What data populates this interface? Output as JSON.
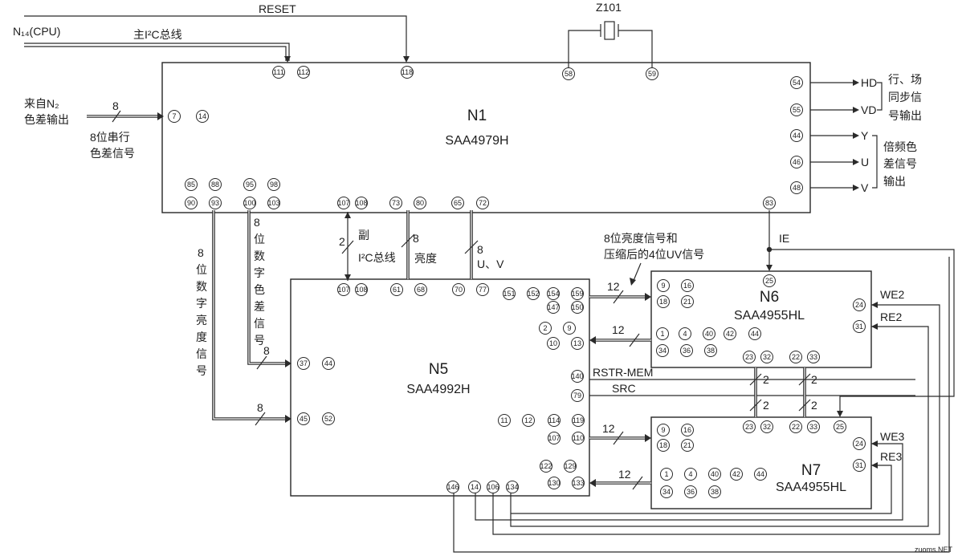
{
  "chips": {
    "n1": {
      "id": "N1",
      "part": "SAA4979H"
    },
    "n5": {
      "id": "N5",
      "part": "SAA4992H"
    },
    "n6": {
      "id": "N6",
      "part": "SAA4955HL"
    },
    "n7": {
      "id": "N7",
      "part": "SAA4955HL"
    }
  },
  "top": {
    "reset": "RESET",
    "n14_cpu": "N₁₄(CPU)",
    "i2c_main": "主I²C总线",
    "crystal": "Z101"
  },
  "left": {
    "from_n2_line1": "来自N₂",
    "from_n2_line2": "色差输出",
    "bus8": "8",
    "serial_line1": "8位串行",
    "serial_line2": "色差信号"
  },
  "right": {
    "hd": "HD",
    "vd": "VD",
    "sync_line1": "行、场",
    "sync_line2": "同步信",
    "sync_line3": "号输出",
    "y": "Y",
    "u": "U",
    "v": "V",
    "dbl_line1": "倍频色",
    "dbl_line2": "差信号",
    "dbl_line3": "输出",
    "ie": "IE"
  },
  "mid": {
    "n2": "2",
    "sub_label": "副",
    "sub_i2c": "I²C总线",
    "n8a": "8",
    "luma": "亮度",
    "n8b": "8",
    "uv": "U、V",
    "annot_line1": "8位亮度信号和",
    "annot_line2": "压缩后的4位UV信号",
    "v_luma": [
      "8",
      "位",
      "数",
      "字",
      "亮",
      "度",
      "信",
      "号"
    ],
    "v_chroma": [
      "8",
      "位",
      "数",
      "字",
      "色",
      "差",
      "信",
      "号"
    ],
    "bus8_a": "8",
    "bus8_b": "8"
  },
  "links": {
    "b12_1": "12",
    "b12_2": "12",
    "b12_3": "12",
    "b12_4": "12",
    "rstr": "RSTR-MEM",
    "src": "SRC",
    "b2_1": "2",
    "b2_2": "2",
    "b2_3": "2",
    "b2_4": "2",
    "we2": "WE2",
    "re2": "RE2",
    "we3": "WE3",
    "re3": "RE3"
  },
  "pins": {
    "p111": "111",
    "p112": "112",
    "p118": "118",
    "p58": "58",
    "p59": "59",
    "p7": "7",
    "p14": "14",
    "p54": "54",
    "p55": "55",
    "p44": "44",
    "p46": "46",
    "p48": "48",
    "p85": "85",
    "p88": "88",
    "p90": "90",
    "p93": "93",
    "p95": "95",
    "p98": "98",
    "p100": "100",
    "p103": "103",
    "p107": "107",
    "p108": "108",
    "p73": "73",
    "p80": "80",
    "p65": "65",
    "p72": "72",
    "p83": "83",
    "n5_107": "107",
    "n5_108": "108",
    "n5_61": "61",
    "n5_68": "68",
    "n5_70": "70",
    "n5_77": "77",
    "n5_151": "151",
    "n5_152": "152",
    "n5_154": "154",
    "n5_159": "159",
    "n5_147": "147",
    "n5_150": "150",
    "n5_2": "2",
    "n5_9": "9",
    "n5_10": "10",
    "n5_13": "13",
    "n5_140": "140",
    "n5_79": "79",
    "n5_37": "37",
    "n5_44": "44",
    "n5_45": "45",
    "n5_52": "52",
    "n5_11": "11",
    "n5_12": "12",
    "n5_114": "114",
    "n5_119": "119",
    "n5_107b": "107",
    "n5_110": "110",
    "n5_122": "122",
    "n5_129": "129",
    "n5_130": "130",
    "n5_133": "133",
    "n5_146": "146",
    "n5_14": "14",
    "n5_106": "106",
    "n5_134": "134",
    "n6_9": "9",
    "n6_16": "16",
    "n6_18": "18",
    "n6_21": "21",
    "n6_25": "25",
    "n6_1": "1",
    "n6_4": "4",
    "n6_40": "40",
    "n6_42": "42",
    "n6_44": "44",
    "n6_34": "34",
    "n6_36": "36",
    "n6_38": "38",
    "n6_23": "23",
    "n6_32": "32",
    "n6_22": "22",
    "n6_33": "33",
    "n6_24": "24",
    "n6_31": "31",
    "n7_23": "23",
    "n7_32": "32",
    "n7_22": "22",
    "n7_33": "33",
    "n7_25": "25",
    "n7_9": "9",
    "n7_16": "16",
    "n7_18": "18",
    "n7_21": "21",
    "n7_1": "1",
    "n7_4": "4",
    "n7_40": "40",
    "n7_42": "42",
    "n7_44": "44",
    "n7_34": "34",
    "n7_36": "36",
    "n7_38": "38",
    "n7_24": "24",
    "n7_31": "31"
  },
  "footer": {
    "watermark": "zuoms.NET"
  }
}
